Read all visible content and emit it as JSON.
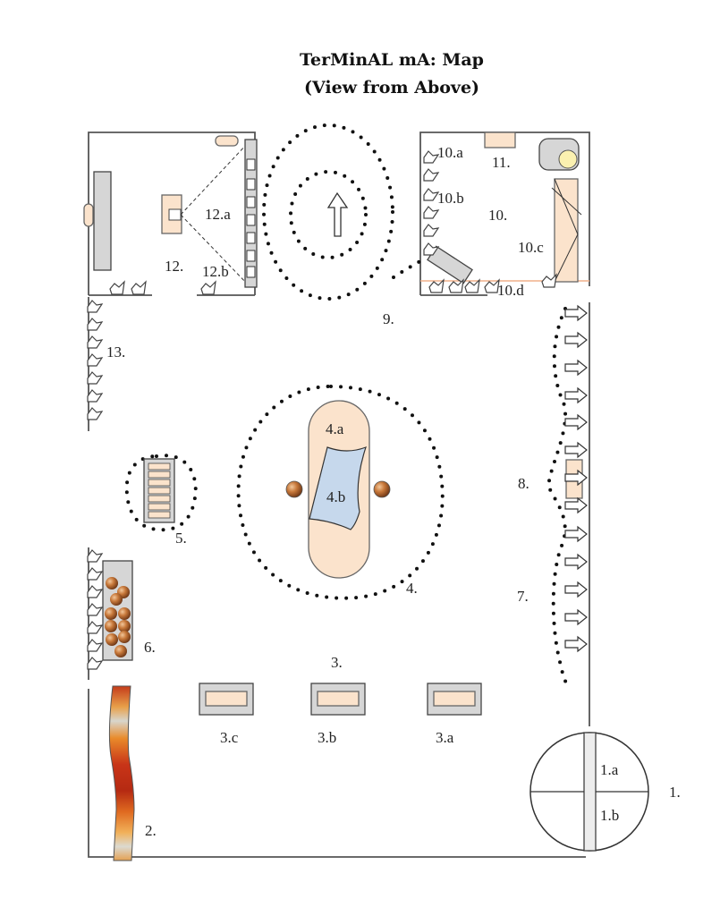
{
  "title": {
    "line1": "TerMinAL mA: Map",
    "line2": "(View from Above)"
  },
  "labels": {
    "l1": "1.",
    "l1a": "1.a",
    "l1b": "1.b",
    "l2": "2.",
    "l3": "3.",
    "l3a": "3.a",
    "l3b": "3.b",
    "l3c": "3.c",
    "l4": "4.",
    "l4a": "4.a",
    "l4b": "4.b",
    "l5": "5.",
    "l6": "6.",
    "l7": "7.",
    "l8": "8.",
    "l9": "9.",
    "l10": "10.",
    "l10a": "10.a",
    "l10b": "10.b",
    "l10c": "10.c",
    "l10d": "10.d",
    "l11": "11.",
    "l12": "12.",
    "l12a": "12.a",
    "l12b": "12.b",
    "l13": "13."
  },
  "colors": {
    "peach": "#fbe3cc",
    "grey": "#d6d6d6",
    "light_blue": "#c6d8ec",
    "ball": "#c0743a",
    "gradient_dark": "#b8321a",
    "gradient_mid": "#e7892a",
    "gradient_light": "#dcd8c8"
  },
  "icons": {
    "shoe": "shoe-icon",
    "arrow": "right-arrow-icon",
    "up_arrow": "up-arrow-icon"
  }
}
